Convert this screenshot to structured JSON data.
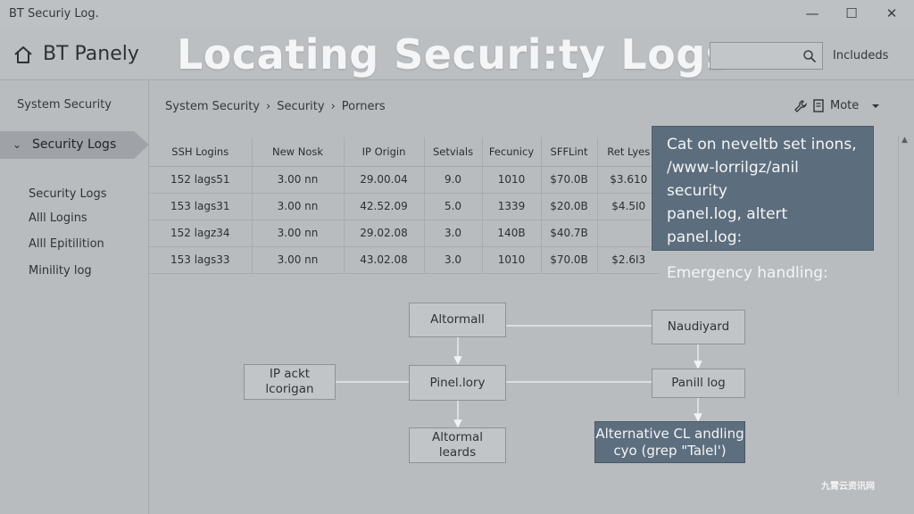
{
  "window": {
    "title": "BT Securiy Log.",
    "controls": {
      "minimize": "—",
      "maximize": "☐",
      "close": "✕"
    }
  },
  "header": {
    "app_title": "BT Panely",
    "overlay_title": "Locating Securi:ty Logs",
    "search_placeholder": "",
    "search_icon": "search-icon",
    "home_icon": "home-icon",
    "included_label": "Includeds"
  },
  "sidebar": {
    "top_item": "System Security",
    "active_item": {
      "chevron": "⌄",
      "label": "Security Logs"
    },
    "sub_items": [
      "Security Logs",
      "Alll Logins",
      "Alll Epitilition",
      "Minility log"
    ]
  },
  "breadcrumb": {
    "items": [
      "System Security",
      "Security",
      "Porners"
    ],
    "separator": "›"
  },
  "toolbar": {
    "more_label": "Mote",
    "more_icons": [
      "wrench-icon",
      "document-icon",
      "caret-down-icon"
    ]
  },
  "table": {
    "headers": [
      "SSH Logins",
      "New Nosk",
      "IP Origin",
      "Setvials",
      "Fecunicy",
      "SFFLint",
      "Ret Lyes"
    ],
    "rows": [
      [
        "152 lags51",
        "3.00 nn",
        "29.00.04",
        "9.0",
        "1010",
        "$70.0B",
        "$3.610"
      ],
      [
        "153 lags31",
        "3.00 nn",
        "42.52.09",
        "5.0",
        "1339",
        "$20.0B",
        "$4.5I0"
      ],
      [
        "152 lagz34",
        "3.00 nn",
        "29.02.08",
        "3.0",
        "140B",
        "$40.7B",
        ""
      ],
      [
        "153 lags33",
        "3.00 nn",
        "43.02.08",
        "3.0",
        "1010",
        "$70.0B",
        "$2.6I3"
      ]
    ]
  },
  "info_panel": {
    "line1": "Cat on neveltb set inons,",
    "line2": "/www-lorrilgz/anil security",
    "line3": "panel.log, altert panel.log:",
    "line4": "Emergency handling:"
  },
  "flow": {
    "alternall": "Altormall",
    "naudiyard": "Naudiyard",
    "ip_origin": [
      "IP ackt",
      "lcorigan"
    ],
    "pinel_lory": "Pinel.lory",
    "panill_log": "Panill log",
    "alternal_leards": [
      "Altormal",
      "leards"
    ],
    "alt_handling": [
      "Alternative CL andling",
      "cyo (grep \"Talel')"
    ]
  },
  "watermark": "九霄云资讯网",
  "colors": {
    "background": "#b9bcbf",
    "info_panel": "#5c6d7d",
    "active_item": "#9fa3a7",
    "title_overlay": "#f4f5f6"
  }
}
